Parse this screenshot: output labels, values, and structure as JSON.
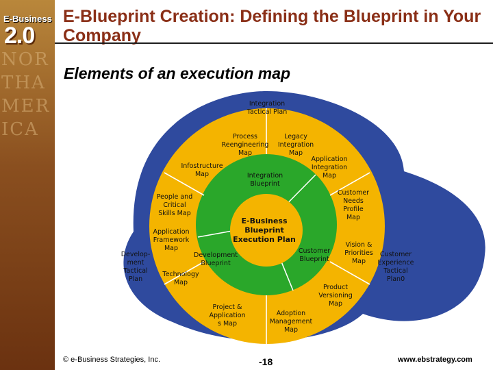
{
  "brand": {
    "line1": "E-Business",
    "line2": "2.0",
    "background_letters": "NORTHAMERICA"
  },
  "title": "E-Blueprint Creation: Defining the Blueprint in Your Company",
  "subtitle": "Elements of an execution map",
  "colors": {
    "title": "#8a2f17",
    "outer_blue": "#2f4a9e",
    "yellow": "#f4b400",
    "green": "#2aa72a",
    "lines": "#ffffff"
  },
  "diagram": {
    "center": {
      "lines": [
        "E-Business",
        "Blueprint",
        "Execution Plan"
      ]
    },
    "outer": [
      {
        "lines": [
          "Integration",
          "Tactical Plan"
        ]
      },
      {
        "lines": [
          "Develop-",
          "ment",
          "Tactical",
          "Plan"
        ]
      },
      {
        "lines": [
          "Customer",
          "Experience",
          "Tactical",
          "Plan0"
        ]
      }
    ],
    "inner": [
      {
        "lines": [
          "Integration",
          "Blueprint"
        ]
      },
      {
        "lines": [
          "Development",
          "Blueprint"
        ]
      },
      {
        "lines": [
          "Customer",
          "Blueprint"
        ]
      }
    ],
    "middle": [
      {
        "lines": [
          "Process",
          "Reengineering",
          "Map"
        ]
      },
      {
        "lines": [
          "Legacy",
          "Integration",
          "Map"
        ]
      },
      {
        "lines": [
          "Application",
          "Integration",
          "Map"
        ]
      },
      {
        "lines": [
          "Infostructure",
          "Map"
        ]
      },
      {
        "lines": [
          "People and",
          "Critical",
          "Skills Map"
        ]
      },
      {
        "lines": [
          "Application",
          "Framework",
          "Map"
        ]
      },
      {
        "lines": [
          "Technology",
          "Map"
        ]
      },
      {
        "lines": [
          "Project &",
          "Application",
          "s Map"
        ]
      },
      {
        "lines": [
          "Adoption",
          "Management",
          "Map"
        ]
      },
      {
        "lines": [
          "Product",
          "Versioning",
          "Map"
        ]
      },
      {
        "lines": [
          "Vision &",
          "Priorities",
          "Map"
        ]
      },
      {
        "lines": [
          "Customer",
          "Needs",
          "Profile",
          "Map"
        ]
      }
    ]
  },
  "footer": {
    "copyright": "© e-Business Strategies, Inc.",
    "page": "-18",
    "url": "www.ebstrategy.com"
  }
}
